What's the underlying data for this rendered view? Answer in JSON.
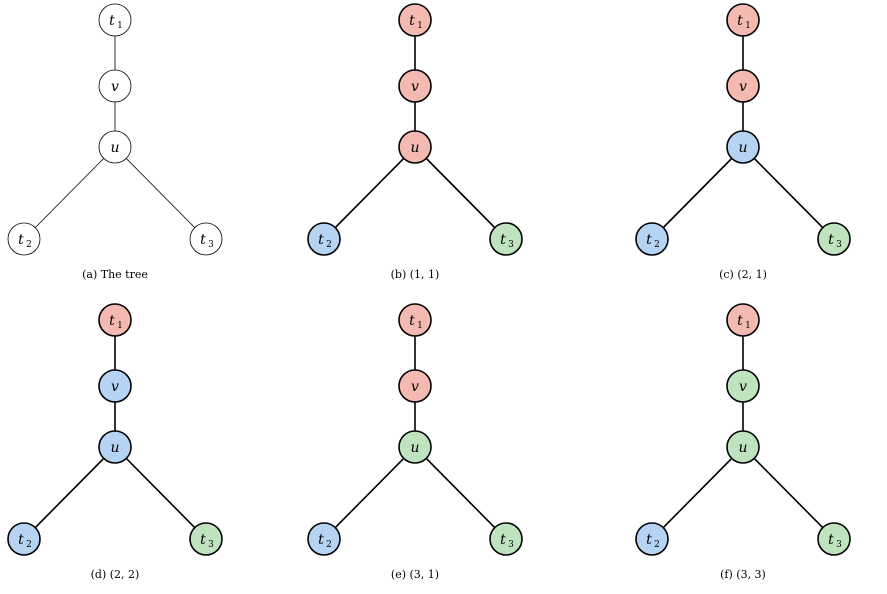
{
  "colors": {
    "red": "#f4b9b0",
    "blue": "#b5d4f4",
    "green": "#bfe3bf",
    "white": "#ffffff"
  },
  "panels": [
    {
      "caption": "(a) The tree",
      "style": "plain",
      "colors": {
        "t1": "white",
        "v": "white",
        "u": "white",
        "t2": "white",
        "t3": "white"
      }
    },
    {
      "caption": "(b) (1, 1)",
      "style": "bold",
      "colors": {
        "t1": "red",
        "v": "red",
        "u": "red",
        "t2": "blue",
        "t3": "green"
      }
    },
    {
      "caption": "(c) (2, 1)",
      "style": "bold",
      "colors": {
        "t1": "red",
        "v": "red",
        "u": "blue",
        "t2": "blue",
        "t3": "green"
      }
    },
    {
      "caption": "(d) (2, 2)",
      "style": "bold",
      "colors": {
        "t1": "red",
        "v": "blue",
        "u": "blue",
        "t2": "blue",
        "t3": "green"
      }
    },
    {
      "caption": "(e) (3, 1)",
      "style": "bold",
      "colors": {
        "t1": "red",
        "v": "red",
        "u": "green",
        "t2": "blue",
        "t3": "green"
      }
    },
    {
      "caption": "(f) (3, 3)",
      "style": "bold",
      "colors": {
        "t1": "red",
        "v": "green",
        "u": "green",
        "t2": "blue",
        "t3": "green"
      }
    }
  ],
  "nodes": [
    {
      "id": "t1",
      "label": "t",
      "sub": "1"
    },
    {
      "id": "v",
      "label": "v",
      "sub": ""
    },
    {
      "id": "u",
      "label": "u",
      "sub": ""
    },
    {
      "id": "t2",
      "label": "t",
      "sub": "2"
    },
    {
      "id": "t3",
      "label": "t",
      "sub": "3"
    }
  ],
  "edges": [
    [
      "t1",
      "v"
    ],
    [
      "v",
      "u"
    ],
    [
      "u",
      "t2"
    ],
    [
      "u",
      "t3"
    ]
  ]
}
